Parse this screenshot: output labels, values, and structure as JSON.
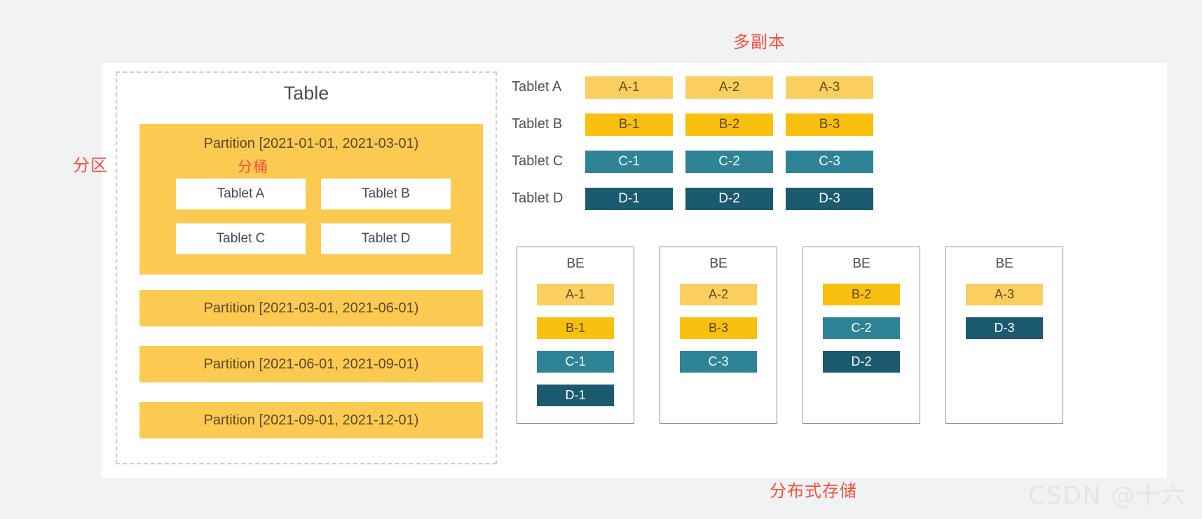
{
  "colors": {
    "background": "#f1f2f4",
    "card": "#ffffff",
    "partition_yellow": "#fcca51",
    "replica_a": "#fbcf5f",
    "replica_b": "#fac00f",
    "replica_c": "#2f8396",
    "replica_d": "#1c5a6f",
    "annotation_red": "#f8503c",
    "dashed_border": "#c9cdd2",
    "be_border": "#8c9196",
    "watermark": "#e3e5e8"
  },
  "annotations": {
    "partition_cn": "分区",
    "bucket_cn": "分桶",
    "replica_cn": "多副本",
    "storage_cn": "分布式存储"
  },
  "table_panel": {
    "title": "Table",
    "partitions": [
      {
        "label": "Partition [2021-01-01, 2021-03-01)",
        "tablets": [
          "Tablet A",
          "Tablet B",
          "Tablet C",
          "Tablet D"
        ]
      },
      {
        "label": "Partition [2021-03-01, 2021-06-01)",
        "tablets": []
      },
      {
        "label": "Partition [2021-06-01, 2021-09-01)",
        "tablets": []
      },
      {
        "label": "Partition [2021-09-01, 2021-12-01)",
        "tablets": []
      }
    ]
  },
  "replica_matrix": {
    "rows": [
      {
        "label": "Tablet A",
        "kind": "a",
        "replicas": [
          "A-1",
          "A-2",
          "A-3"
        ]
      },
      {
        "label": "Tablet B",
        "kind": "b",
        "replicas": [
          "B-1",
          "B-2",
          "B-3"
        ]
      },
      {
        "label": "Tablet C",
        "kind": "c",
        "replicas": [
          "C-1",
          "C-2",
          "C-3"
        ]
      },
      {
        "label": "Tablet D",
        "kind": "d",
        "replicas": [
          "D-1",
          "D-2",
          "D-3"
        ]
      }
    ]
  },
  "be_nodes": [
    {
      "title": "BE",
      "chips": [
        {
          "label": "A-1",
          "kind": "a"
        },
        {
          "label": "B-1",
          "kind": "b"
        },
        {
          "label": "C-1",
          "kind": "c"
        },
        {
          "label": "D-1",
          "kind": "d"
        }
      ]
    },
    {
      "title": "BE",
      "chips": [
        {
          "label": "A-2",
          "kind": "a"
        },
        {
          "label": "B-3",
          "kind": "b"
        },
        {
          "label": "C-3",
          "kind": "c"
        }
      ]
    },
    {
      "title": "BE",
      "chips": [
        {
          "label": "B-2",
          "kind": "b"
        },
        {
          "label": "C-2",
          "kind": "c"
        },
        {
          "label": "D-2",
          "kind": "d"
        }
      ]
    },
    {
      "title": "BE",
      "chips": [
        {
          "label": "A-3",
          "kind": "a"
        },
        {
          "label": "D-3",
          "kind": "d"
        }
      ]
    }
  ],
  "watermark": {
    "text": "CSDN @十六"
  }
}
